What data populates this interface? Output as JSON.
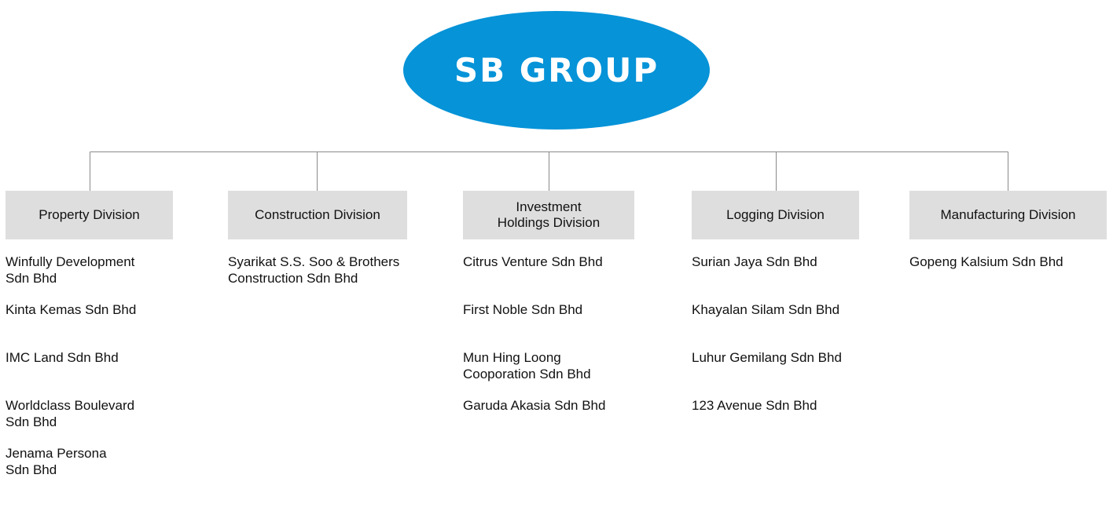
{
  "title": "SB GROUP",
  "colors": {
    "oval": "#0693d8",
    "division_box": "#dedede",
    "connector": "#8a8a8a",
    "text": "#111111"
  },
  "divisions": [
    {
      "label": "Property Division",
      "companies": [
        "Winfully Development\nSdn Bhd",
        "Kinta Kemas Sdn Bhd",
        "IMC Land Sdn Bhd",
        "Worldclass Boulevard\nSdn Bhd",
        "Jenama Persona\nSdn Bhd"
      ]
    },
    {
      "label": "Construction Division",
      "companies": [
        "Syarikat S.S. Soo & Brothers\nConstruction Sdn Bhd"
      ]
    },
    {
      "label": "Investment\nHoldings Division",
      "companies": [
        "Citrus Venture Sdn Bhd",
        "First Noble Sdn Bhd",
        "Mun Hing Loong\nCooporation Sdn Bhd",
        "Garuda Akasia Sdn Bhd"
      ]
    },
    {
      "label": "Logging Division",
      "companies": [
        "Surian Jaya Sdn Bhd",
        "Khayalan Silam Sdn Bhd",
        "Luhur Gemilang Sdn Bhd",
        "123 Avenue Sdn Bhd"
      ]
    },
    {
      "label": "Manufacturing Division",
      "companies": [
        "Gopeng Kalsium Sdn Bhd"
      ]
    }
  ]
}
